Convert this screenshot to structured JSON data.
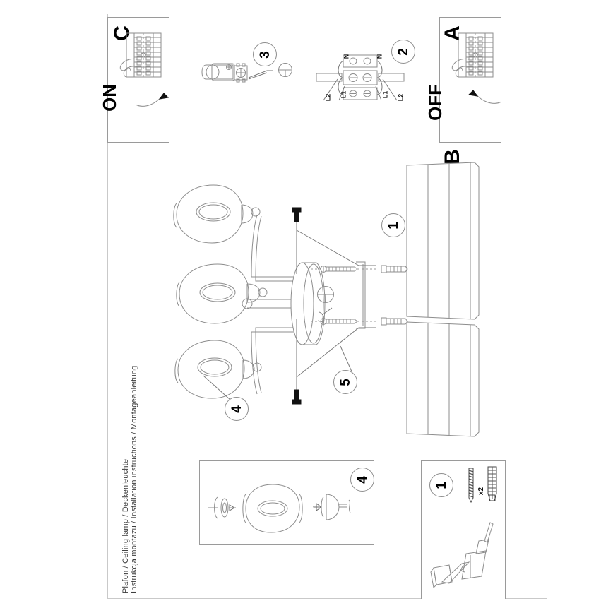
{
  "document": {
    "type": "installation-instructions",
    "title_line_1": "Instrukcja montażu / Installation instructions / Montageanleitung",
    "title_line_2": "Plafon / Ceiling lamp / Deckenleuchte",
    "orientation": "rotated-90-ccw"
  },
  "panels": {
    "a": {
      "letter": "A",
      "state_label": "OFF",
      "icon": "circuit-breaker-hand-icon",
      "arrow": "arrow-down-off"
    },
    "c": {
      "letter": "C",
      "state_label": "ON",
      "icon": "circuit-breaker-hand-icon",
      "arrow": "arrow-up-on"
    },
    "b": {
      "letter": "B"
    }
  },
  "steps": [
    {
      "number": "1",
      "name": "drill-and-anchor-step",
      "quantity_label": "x2",
      "icons": [
        "screw-icon",
        "wall-plug-icon",
        "power-drill-icon"
      ]
    },
    {
      "number": "2",
      "name": "terminal-block-wiring-step",
      "terminal_labels_left": [
        "N",
        "L1",
        "L2"
      ],
      "terminal_labels_right": [
        "N",
        "L1",
        "L2"
      ],
      "icons": [
        "terminal-block-icon",
        "cable-icon"
      ]
    },
    {
      "number": "3",
      "name": "bracket-screw-step",
      "icons": [
        "mounting-bracket-icon",
        "screwdriver-icon"
      ]
    },
    {
      "number": "4",
      "name": "bulb-install-step",
      "icons": [
        "glass-shade-icon",
        "bulb-icon",
        "gasket-icon"
      ]
    },
    {
      "number": "5",
      "name": "mount-lamp-to-ceiling-step",
      "icons": [
        "ceiling-plank-icon",
        "canopy-icon",
        "screw-icon"
      ]
    }
  ],
  "main_assembly": {
    "name": "three-arm-ceiling-lamp",
    "shade_count": 3,
    "callouts": [
      "1",
      "4",
      "5"
    ],
    "screwdriver_icon": "screwdriver-icon"
  },
  "colors": {
    "line": "#8d8d8d",
    "ink": "#111111",
    "border": "#9a9a9a",
    "paper": "#ffffff"
  }
}
